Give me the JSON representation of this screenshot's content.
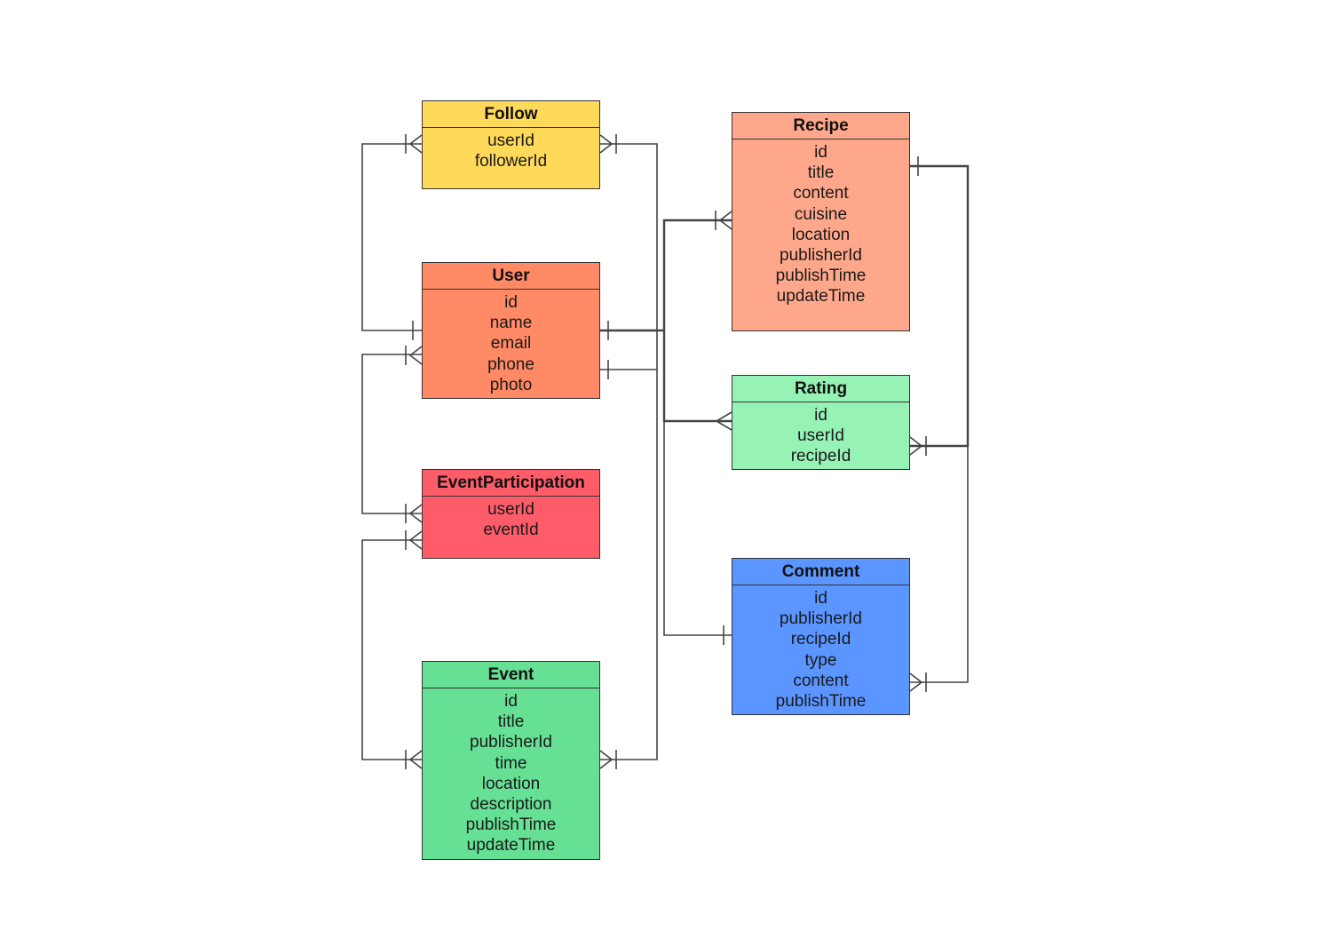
{
  "entities": {
    "follow": {
      "title": "Follow",
      "color": "#FFD95A",
      "fields": [
        "userId",
        "followerId"
      ]
    },
    "user": {
      "title": "User",
      "color": "#FF8A65",
      "fields": [
        "id",
        "name",
        "email",
        "phone",
        "photo"
      ]
    },
    "eventparticipation": {
      "title": "EventParticipation",
      "color": "#FF5C6A",
      "fields": [
        "userId",
        "eventId"
      ]
    },
    "event": {
      "title": "Event",
      "color": "#66E095",
      "fields": [
        "id",
        "title",
        "publisherId",
        "time",
        "location",
        "description",
        "publishTime",
        "updateTime"
      ]
    },
    "recipe": {
      "title": "Recipe",
      "color": "#FFA78A",
      "fields": [
        "id",
        "title",
        "content",
        "cuisine",
        "location",
        "publisherId",
        "publishTime",
        "updateTime"
      ]
    },
    "rating": {
      "title": "Rating",
      "color": "#96F2B5",
      "fields": [
        "id",
        "userId",
        "recipeId"
      ]
    },
    "comment": {
      "title": "Comment",
      "color": "#5B95FF",
      "fields": [
        "id",
        "publisherId",
        "recipeId",
        "type",
        "content",
        "publishTime"
      ]
    }
  },
  "relationships": [
    {
      "from": "User",
      "to": "Follow",
      "from_cardinality": "one",
      "to_cardinality": "one-or-many"
    },
    {
      "from": "User",
      "to": "Follow",
      "from_cardinality": "one",
      "to_cardinality": "one-or-many"
    },
    {
      "from": "User",
      "to": "Recipe",
      "from_cardinality": "one",
      "to_cardinality": "one-or-many"
    },
    {
      "from": "User",
      "to": "Rating",
      "from_cardinality": "one",
      "to_cardinality": "zero-or-many"
    },
    {
      "from": "User",
      "to": "Comment",
      "from_cardinality": "one",
      "to_cardinality": "one"
    },
    {
      "from": "User",
      "to": "EventParticipation",
      "from_cardinality": "one-or-many",
      "to_cardinality": "one-or-many"
    },
    {
      "from": "User",
      "to": "Event",
      "from_cardinality": "one",
      "to_cardinality": "one-or-many"
    },
    {
      "from": "EventParticipation",
      "to": "Event",
      "from_cardinality": "one-or-many",
      "to_cardinality": "one-or-many"
    },
    {
      "from": "Recipe",
      "to": "Rating",
      "from_cardinality": "one",
      "to_cardinality": "one-or-many"
    },
    {
      "from": "Recipe",
      "to": "Comment",
      "from_cardinality": "one",
      "to_cardinality": "one-or-many"
    }
  ]
}
